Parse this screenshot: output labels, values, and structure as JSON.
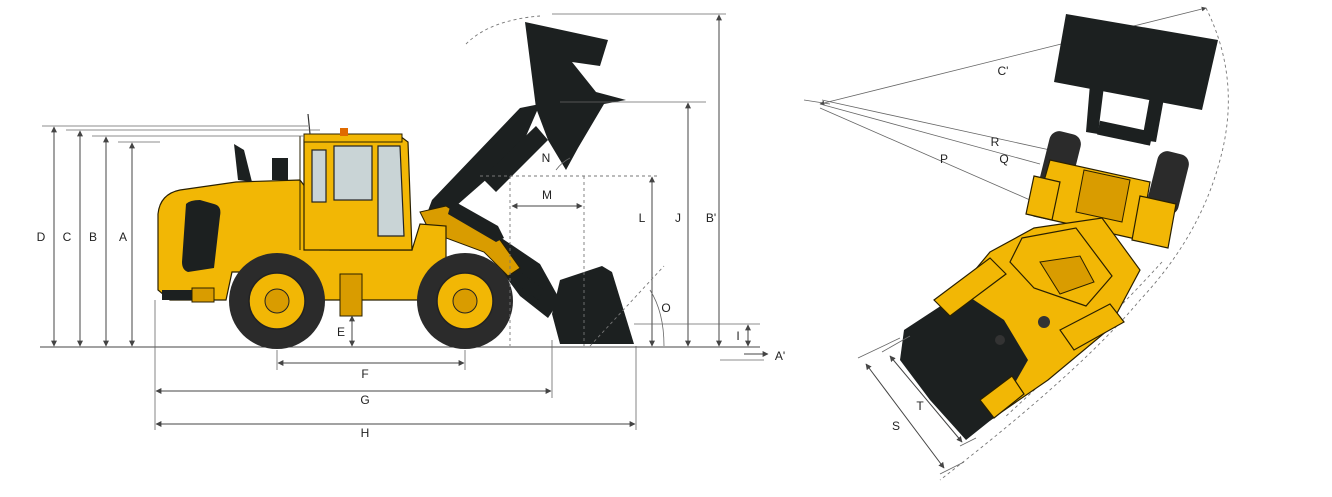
{
  "labels": {
    "A": "A",
    "B": "B",
    "C": "C",
    "D": "D",
    "E": "E",
    "F": "F",
    "G": "G",
    "H": "H",
    "I": "I",
    "J": "J",
    "L": "L",
    "M": "M",
    "N": "N",
    "O": "O",
    "A_prime": "A'",
    "B_prime": "B'",
    "C_prime": "C'",
    "P": "P",
    "Q": "Q",
    "R": "R",
    "S": "S",
    "T": "T"
  },
  "colors": {
    "machine_yellow": "#f2b705",
    "machine_dark": "#1c2020",
    "glass": "#c9d4d6",
    "dimension_line": "#444444"
  }
}
